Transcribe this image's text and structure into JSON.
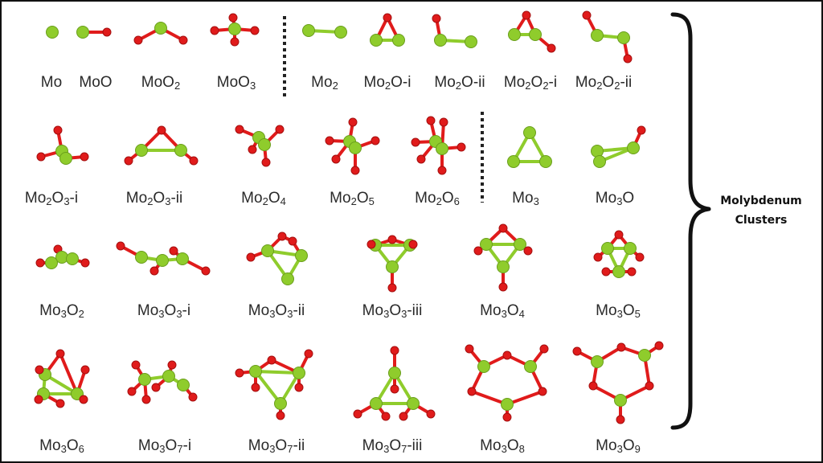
{
  "colors": {
    "molybdenum": "#8fcc2c",
    "oxygen": "#e01b1b",
    "divider": "#222222",
    "brace": "#111111"
  },
  "group_label": {
    "line1": "Molybdenum",
    "line2": "Clusters"
  },
  "clusters": [
    {
      "id": "Mo",
      "parts": [
        {
          "t": "Mo"
        }
      ]
    },
    {
      "id": "MoO",
      "parts": [
        {
          "t": "MoO"
        }
      ]
    },
    {
      "id": "MoO2",
      "parts": [
        {
          "t": "MoO"
        },
        {
          "s": "2"
        }
      ]
    },
    {
      "id": "MoO3",
      "parts": [
        {
          "t": "MoO"
        },
        {
          "s": "3"
        }
      ]
    },
    {
      "id": "Mo2",
      "parts": [
        {
          "t": "Mo"
        },
        {
          "s": "2"
        }
      ]
    },
    {
      "id": "Mo2O-i",
      "parts": [
        {
          "t": "Mo"
        },
        {
          "s": "2"
        },
        {
          "t": "O-i"
        }
      ]
    },
    {
      "id": "Mo2O-ii",
      "parts": [
        {
          "t": "Mo"
        },
        {
          "s": "2"
        },
        {
          "t": "O-ii"
        }
      ]
    },
    {
      "id": "Mo2O2-i",
      "parts": [
        {
          "t": "Mo"
        },
        {
          "s": "2"
        },
        {
          "t": "O"
        },
        {
          "s": "2"
        },
        {
          "t": "-i"
        }
      ]
    },
    {
      "id": "Mo2O2-ii",
      "parts": [
        {
          "t": "Mo"
        },
        {
          "s": "2"
        },
        {
          "t": "O"
        },
        {
          "s": "2"
        },
        {
          "t": "-ii"
        }
      ]
    },
    {
      "id": "Mo2O3-i",
      "parts": [
        {
          "t": "Mo"
        },
        {
          "s": "2"
        },
        {
          "t": "O"
        },
        {
          "s": "3"
        },
        {
          "t": "-i"
        }
      ]
    },
    {
      "id": "Mo2O3-ii",
      "parts": [
        {
          "t": "Mo"
        },
        {
          "s": "2"
        },
        {
          "t": "O"
        },
        {
          "s": "3"
        },
        {
          "t": "-ii"
        }
      ]
    },
    {
      "id": "Mo2O4",
      "parts": [
        {
          "t": "Mo"
        },
        {
          "s": "2"
        },
        {
          "t": "O"
        },
        {
          "s": "4"
        }
      ]
    },
    {
      "id": "Mo2O5",
      "parts": [
        {
          "t": "Mo"
        },
        {
          "s": "2"
        },
        {
          "t": "O"
        },
        {
          "s": "5"
        }
      ]
    },
    {
      "id": "Mo2O6",
      "parts": [
        {
          "t": "Mo"
        },
        {
          "s": "2"
        },
        {
          "t": "O"
        },
        {
          "s": "6"
        }
      ]
    },
    {
      "id": "Mo3",
      "parts": [
        {
          "t": "Mo"
        },
        {
          "s": "3"
        }
      ]
    },
    {
      "id": "Mo3O",
      "parts": [
        {
          "t": "Mo"
        },
        {
          "s": "3"
        },
        {
          "t": "O"
        }
      ]
    },
    {
      "id": "Mo3O2",
      "parts": [
        {
          "t": "Mo"
        },
        {
          "s": "3"
        },
        {
          "t": "O"
        },
        {
          "s": "2"
        }
      ]
    },
    {
      "id": "Mo3O3-i",
      "parts": [
        {
          "t": "Mo"
        },
        {
          "s": "3"
        },
        {
          "t": "O"
        },
        {
          "s": "3"
        },
        {
          "t": "-i"
        }
      ]
    },
    {
      "id": "Mo3O3-ii",
      "parts": [
        {
          "t": "Mo"
        },
        {
          "s": "3"
        },
        {
          "t": "O"
        },
        {
          "s": "3"
        },
        {
          "t": "-ii"
        }
      ]
    },
    {
      "id": "Mo3O3-iii",
      "parts": [
        {
          "t": "Mo"
        },
        {
          "s": "3"
        },
        {
          "t": "O"
        },
        {
          "s": "3"
        },
        {
          "t": "-iii"
        }
      ]
    },
    {
      "id": "Mo3O4",
      "parts": [
        {
          "t": "Mo"
        },
        {
          "s": "3"
        },
        {
          "t": "O"
        },
        {
          "s": "4"
        }
      ]
    },
    {
      "id": "Mo3O5",
      "parts": [
        {
          "t": "Mo"
        },
        {
          "s": "3"
        },
        {
          "t": "O"
        },
        {
          "s": "5"
        }
      ]
    },
    {
      "id": "Mo3O6",
      "parts": [
        {
          "t": "Mo"
        },
        {
          "s": "3"
        },
        {
          "t": "O"
        },
        {
          "s": "6"
        }
      ]
    },
    {
      "id": "Mo3O7-i",
      "parts": [
        {
          "t": "Mo"
        },
        {
          "s": "3"
        },
        {
          "t": "O"
        },
        {
          "s": "7"
        },
        {
          "t": "-i"
        }
      ]
    },
    {
      "id": "Mo3O7-ii",
      "parts": [
        {
          "t": "Mo"
        },
        {
          "s": "3"
        },
        {
          "t": "O"
        },
        {
          "s": "7"
        },
        {
          "t": "-ii"
        }
      ]
    },
    {
      "id": "Mo3O7-iii",
      "parts": [
        {
          "t": "Mo"
        },
        {
          "s": "3"
        },
        {
          "t": "O"
        },
        {
          "s": "7"
        },
        {
          "t": "-iii"
        }
      ]
    },
    {
      "id": "Mo3O8",
      "parts": [
        {
          "t": "Mo"
        },
        {
          "s": "3"
        },
        {
          "t": "O"
        },
        {
          "s": "8"
        }
      ]
    },
    {
      "id": "Mo3O9",
      "parts": [
        {
          "t": "Mo"
        },
        {
          "s": "3"
        },
        {
          "t": "O"
        },
        {
          "s": "9"
        }
      ]
    }
  ]
}
